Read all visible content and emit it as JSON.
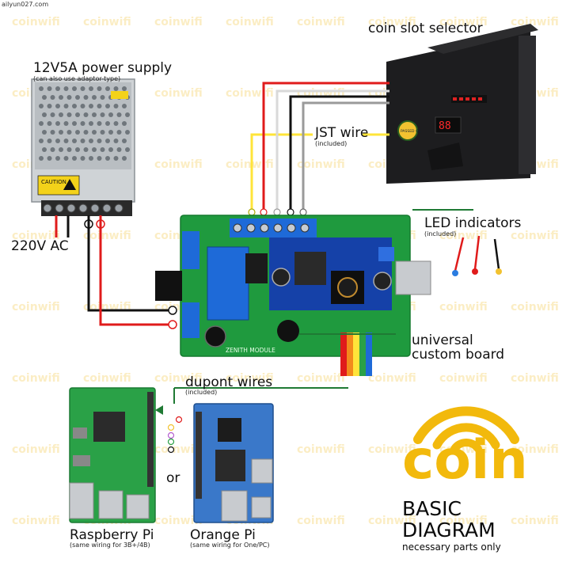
{
  "site": "ailyun027.com",
  "watermark": "coinwifi",
  "labels": {
    "coin_slot": "coin slot selector",
    "power_supply": "12V5A power supply",
    "power_supply_note": "(can also use adaptor-type)",
    "jst_wire": "JST wire",
    "jst_note": "(included)",
    "led": "LED indicators",
    "led_note": "(included)",
    "ac": "220V AC",
    "board_line1": "universal",
    "board_line2": "custom board",
    "dupont": "dupont wires",
    "dupont_note": "(included)",
    "or": "or",
    "rpi": "Raspberry Pi",
    "rpi_note": "(same wiring for 3B+/4B)",
    "opi": "Orange Pi",
    "opi_note": "(same wiring for One/PC)"
  },
  "board_text": {
    "module": "ZENITH MODULE",
    "caution": "CAUTION",
    "coin_display": "88",
    "selector_badge": "PASSED QC"
  },
  "logo": {
    "word": "coin",
    "title_line1": "BASIC",
    "title_line2": "DIAGRAM",
    "subtitle": "necessary parts only"
  },
  "colors": {
    "brand_yellow": "#f2b90c",
    "board_green": "#1f9a3e",
    "wire_red": "#e01b1b",
    "wire_black": "#111111",
    "wire_yellow": "#ffe43a",
    "wire_white": "#d9d9d9"
  },
  "icons": [
    "wifi-arcs-icon"
  ]
}
